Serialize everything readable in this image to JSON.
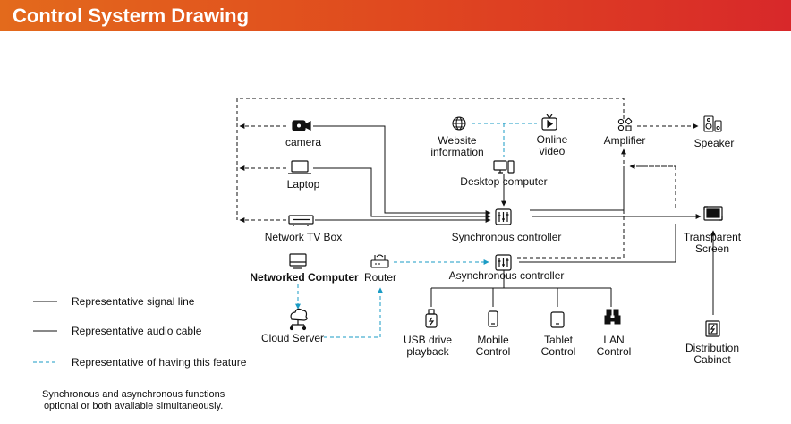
{
  "title": "Control Systerm Drawing",
  "nodes": {
    "camera": "camera",
    "laptop": "Laptop",
    "network_tv_box": "Network TV Box",
    "website_information": "Website\ninformation",
    "online_video": "Online\nvideo",
    "desktop_computer": "Desktop computer",
    "synchronous_controller": "Synchronous controller",
    "asynchronous_controller": "Asynchronous controller",
    "amplifier": "Amplifier",
    "speaker": "Speaker",
    "transparent_screen": "Transparent\nScreen",
    "networked_computer": "Networked Computer",
    "router": "Router",
    "cloud_server": "Cloud Server",
    "usb_drive_playback": "USB drive\nplayback",
    "mobile_control": "Mobile\nControl",
    "tablet_control": "Tablet\nControl",
    "lan_control": "LAN\nControl",
    "distribution_cabinet": "Distribution Cabinet"
  },
  "legend": {
    "signal_line": "Representative signal line",
    "audio_cable": "Representative audio cable",
    "feature": "Representative of having this feature"
  },
  "note": "Synchronous and asynchronous functions\noptional or both available simultaneously.",
  "colors": {
    "header_start": "#e36a1c",
    "header_end": "#d8282a",
    "line": "#111111",
    "feature_line": "#1a9bc4"
  }
}
